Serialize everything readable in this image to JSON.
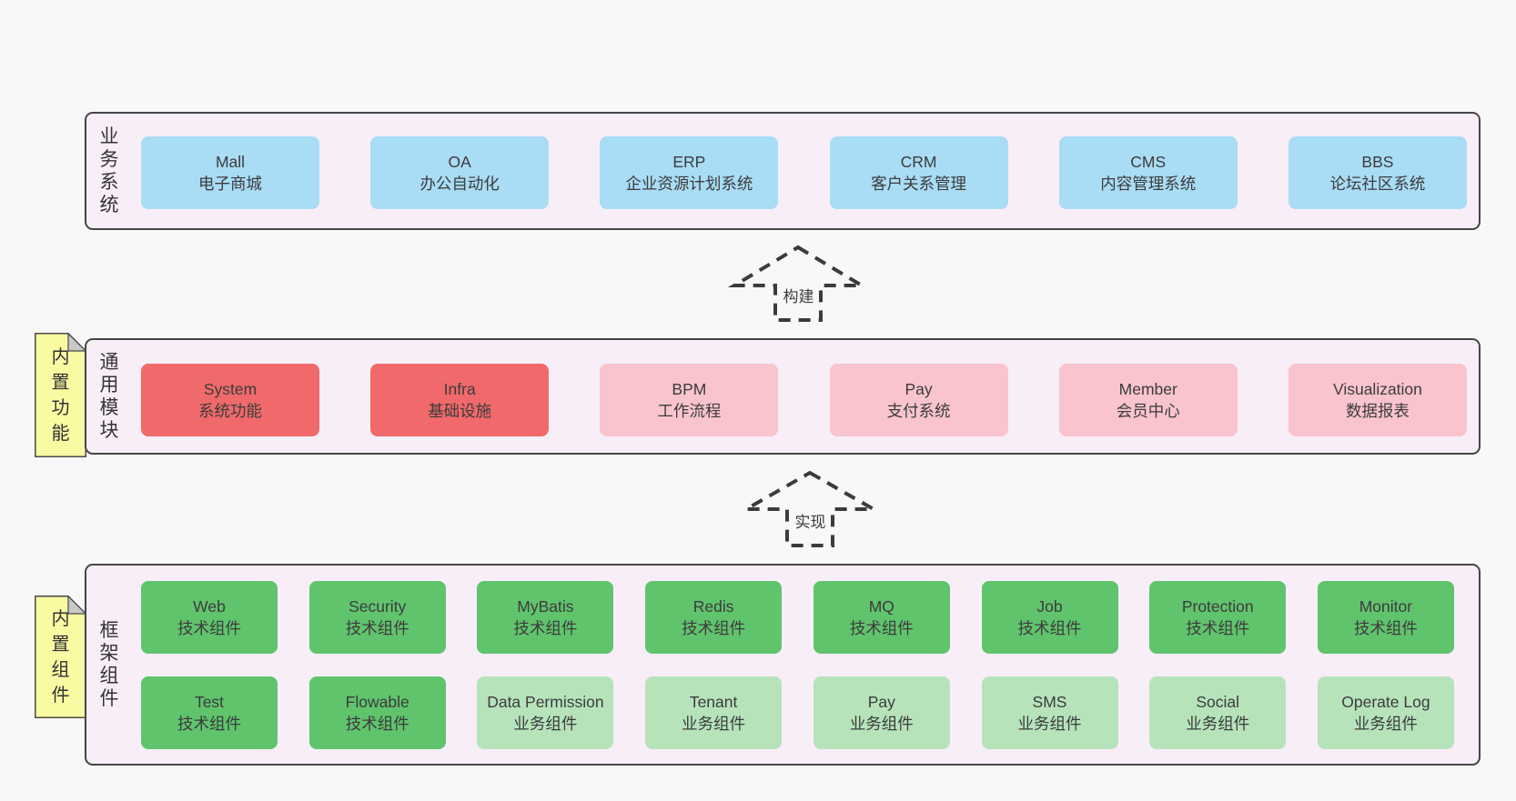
{
  "colors": {
    "page_bg": "#f8f8f8",
    "panel_bg": "#f8eef7",
    "panel_border": "#454545",
    "box_text": "#3c3c3c",
    "blue": "#a9dcf5",
    "red": "#f0696b",
    "pink": "#f9c4ce",
    "green": "#60c46d",
    "lightgreen": "#b7e3bb",
    "tag_bg": "#fafaa2",
    "tag_fold": "#c9c9c9",
    "tag_border": "#4a4a4a",
    "arrow_dash": "#3b3b3b"
  },
  "layers": [
    {
      "label": "业务系统",
      "rows": [
        [
          {
            "name": "Mall",
            "desc": "电子商城",
            "variant": "blue"
          },
          {
            "name": "OA",
            "desc": "办公自动化",
            "variant": "blue"
          },
          {
            "name": "ERP",
            "desc": "企业资源计划系统",
            "variant": "blue"
          },
          {
            "name": "CRM",
            "desc": "客户关系管理",
            "variant": "blue"
          },
          {
            "name": "CMS",
            "desc": "内容管理系统",
            "variant": "blue"
          },
          {
            "name": "BBS",
            "desc": "论坛社区系统",
            "variant": "blue"
          }
        ]
      ]
    },
    {
      "label": "通用模块",
      "tag": "内置功能",
      "rows": [
        [
          {
            "name": "System",
            "desc": "系统功能",
            "variant": "red"
          },
          {
            "name": "Infra",
            "desc": "基础设施",
            "variant": "red"
          },
          {
            "name": "BPM",
            "desc": "工作流程",
            "variant": "pink"
          },
          {
            "name": "Pay",
            "desc": "支付系统",
            "variant": "pink"
          },
          {
            "name": "Member",
            "desc": "会员中心",
            "variant": "pink"
          },
          {
            "name": "Visualization",
            "desc": "数据报表",
            "variant": "pink"
          }
        ]
      ]
    },
    {
      "label": "框架组件",
      "tag": "内置组件",
      "rows": [
        [
          {
            "name": "Web",
            "desc": "技术组件",
            "variant": "green"
          },
          {
            "name": "Security",
            "desc": "技术组件",
            "variant": "green"
          },
          {
            "name": "MyBatis",
            "desc": "技术组件",
            "variant": "green"
          },
          {
            "name": "Redis",
            "desc": "技术组件",
            "variant": "green"
          },
          {
            "name": "MQ",
            "desc": "技术组件",
            "variant": "green"
          },
          {
            "name": "Job",
            "desc": "技术组件",
            "variant": "green"
          },
          {
            "name": "Protection",
            "desc": "技术组件",
            "variant": "green"
          },
          {
            "name": "Monitor",
            "desc": "技术组件",
            "variant": "green"
          }
        ],
        [
          {
            "name": "Test",
            "desc": "技术组件",
            "variant": "green"
          },
          {
            "name": "Flowable",
            "desc": "技术组件",
            "variant": "green"
          },
          {
            "name": "Data Permission",
            "desc": "业务组件",
            "variant": "lightgreen"
          },
          {
            "name": "Tenant",
            "desc": "业务组件",
            "variant": "lightgreen"
          },
          {
            "name": "Pay",
            "desc": "业务组件",
            "variant": "lightgreen"
          },
          {
            "name": "SMS",
            "desc": "业务组件",
            "variant": "lightgreen"
          },
          {
            "name": "Social",
            "desc": "业务组件",
            "variant": "lightgreen"
          },
          {
            "name": "Operate Log",
            "desc": "业务组件",
            "variant": "lightgreen"
          }
        ]
      ]
    }
  ],
  "arrows": [
    {
      "label": "构建"
    },
    {
      "label": "实现"
    }
  ]
}
